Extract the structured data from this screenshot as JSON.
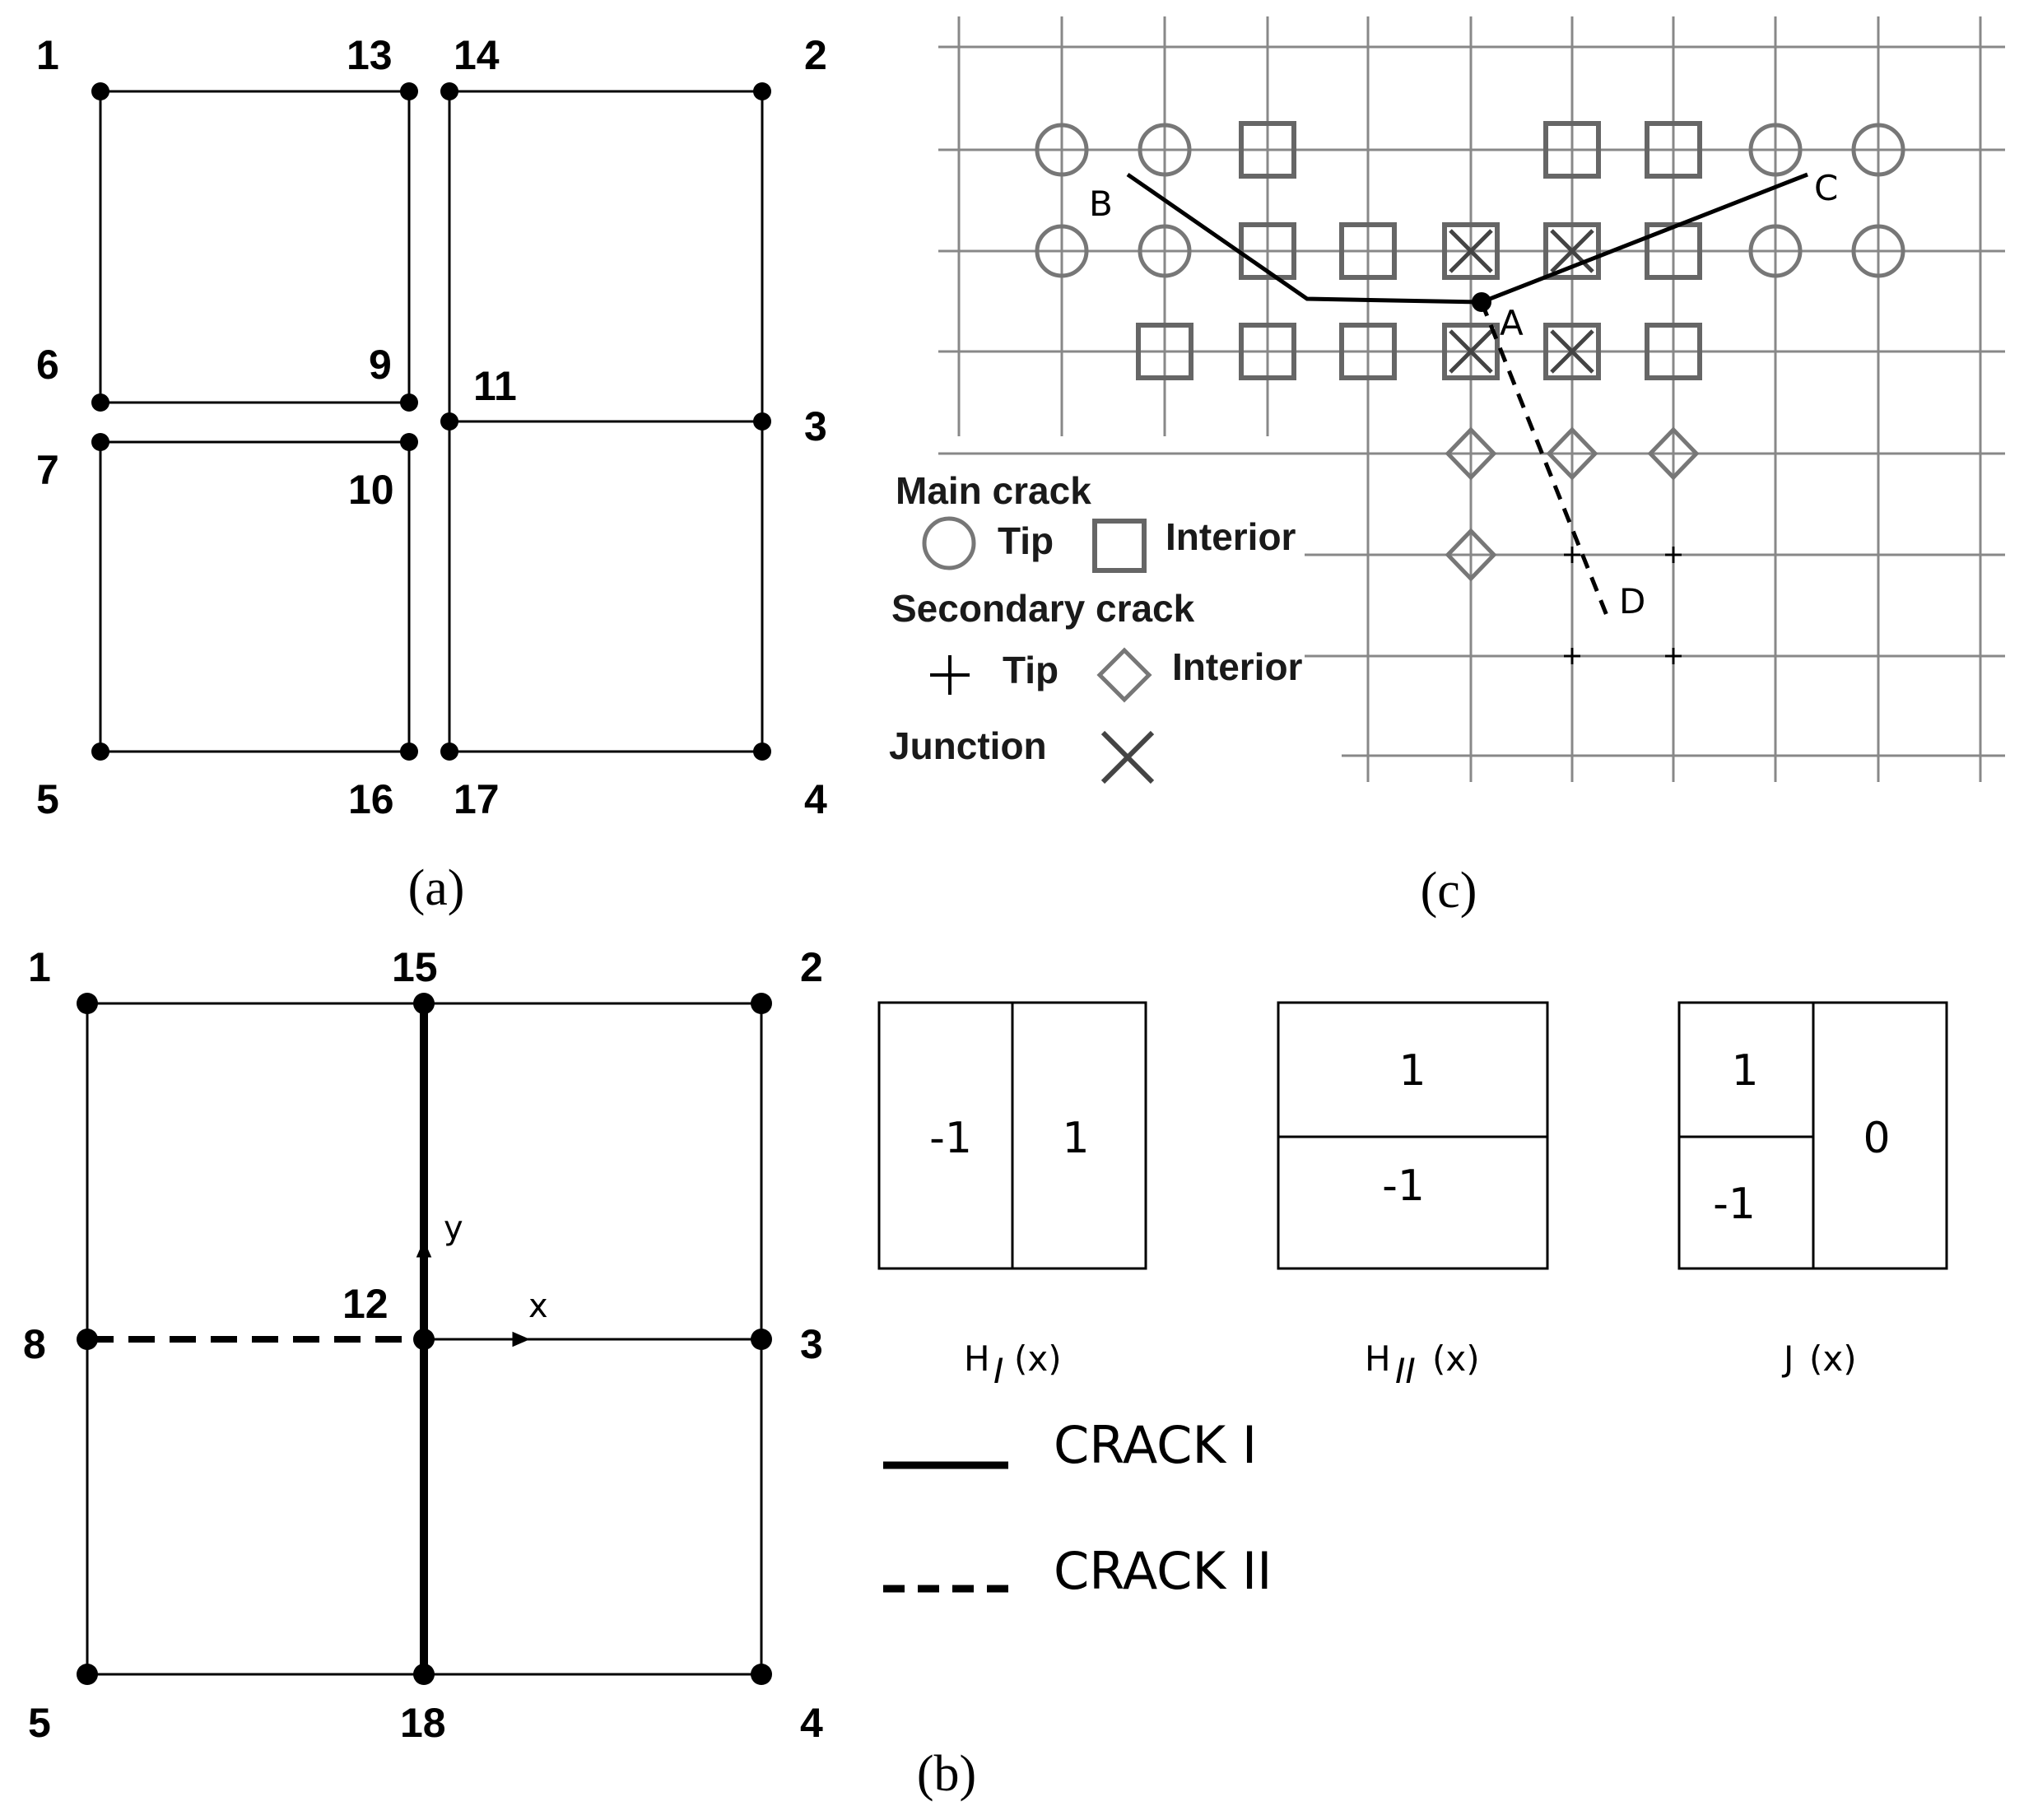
{
  "panel_a": {
    "caption": "(a)",
    "node_labels": [
      "1",
      "13",
      "14",
      "2",
      "6",
      "9",
      "11",
      "3",
      "7",
      "10",
      "5",
      "16",
      "17",
      "4"
    ]
  },
  "panel_b": {
    "caption": "(b)",
    "node_labels": [
      "1",
      "15",
      "2",
      "12",
      "8",
      "3",
      "5",
      "18",
      "4"
    ],
    "axis_x": "x",
    "axis_y": "y"
  },
  "panel_c": {
    "caption": "(c)",
    "point_labels": [
      "A",
      "B",
      "C",
      "D"
    ],
    "legend": {
      "main_crack": "Main crack",
      "tip": "Tip",
      "interior": "Interior",
      "secondary_crack": "Secondary crack",
      "tip2": "Tip",
      "interior2": "Interior",
      "junction": "Junction"
    }
  },
  "enrichment": {
    "HI": {
      "left": "-1",
      "right": "1",
      "label_main": "H",
      "label_sub": "I",
      "label_arg": "(x)"
    },
    "HII": {
      "top": "1",
      "bottom": "-1",
      "label_main": "H",
      "label_sub": "II",
      "label_arg": "(x)"
    },
    "J": {
      "top_left": "1",
      "bottom_left": "-1",
      "right": "0",
      "label_main": "J",
      "label_arg": "(x)"
    },
    "crack_legend": {
      "crack1": "CRACK I",
      "crack2": "CRACK II"
    }
  },
  "colors": {
    "ink": "#000000",
    "grid": "#7f7f7f",
    "symbol": "#777777"
  }
}
